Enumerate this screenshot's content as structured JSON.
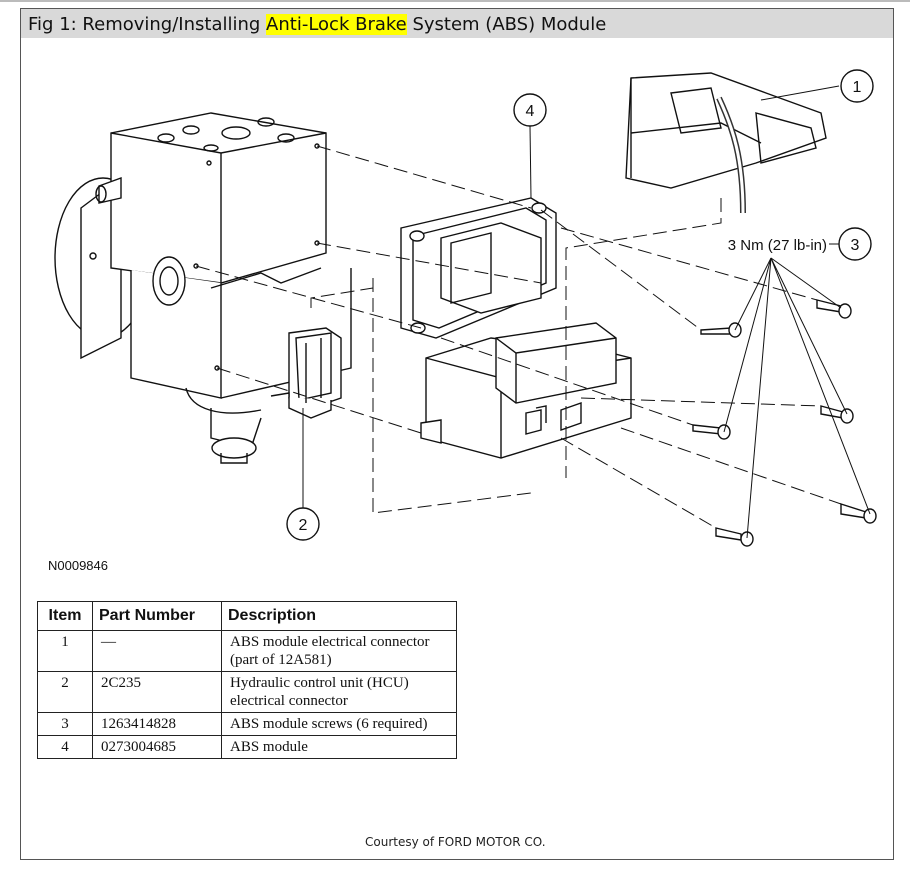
{
  "title": {
    "prefix": "Fig 1: Removing/Installing ",
    "highlight": "Anti-Lock Brake",
    "suffix": " System (ABS) Module"
  },
  "callouts": {
    "c1": "1",
    "c2": "2",
    "c3": "3",
    "c4": "4",
    "torque": "3 Nm (27 lb-in)"
  },
  "figure_id": "N0009846",
  "table": {
    "headers": [
      "Item",
      "Part Number",
      "Description"
    ],
    "rows": [
      {
        "item": "1",
        "part": "—",
        "desc": "ABS module electrical connector (part of 12A581)"
      },
      {
        "item": "2",
        "part": "2C235",
        "desc": "Hydraulic control unit (HCU) electrical connector"
      },
      {
        "item": "3",
        "part": "1263414828",
        "desc": "ABS module screws (6 required)"
      },
      {
        "item": "4",
        "part": "0273004685",
        "desc": "ABS module"
      }
    ]
  },
  "courtesy": "Courtesy of FORD MOTOR CO.",
  "colors": {
    "highlight": "#ffff00",
    "titlebar": "#d9d9d9"
  }
}
